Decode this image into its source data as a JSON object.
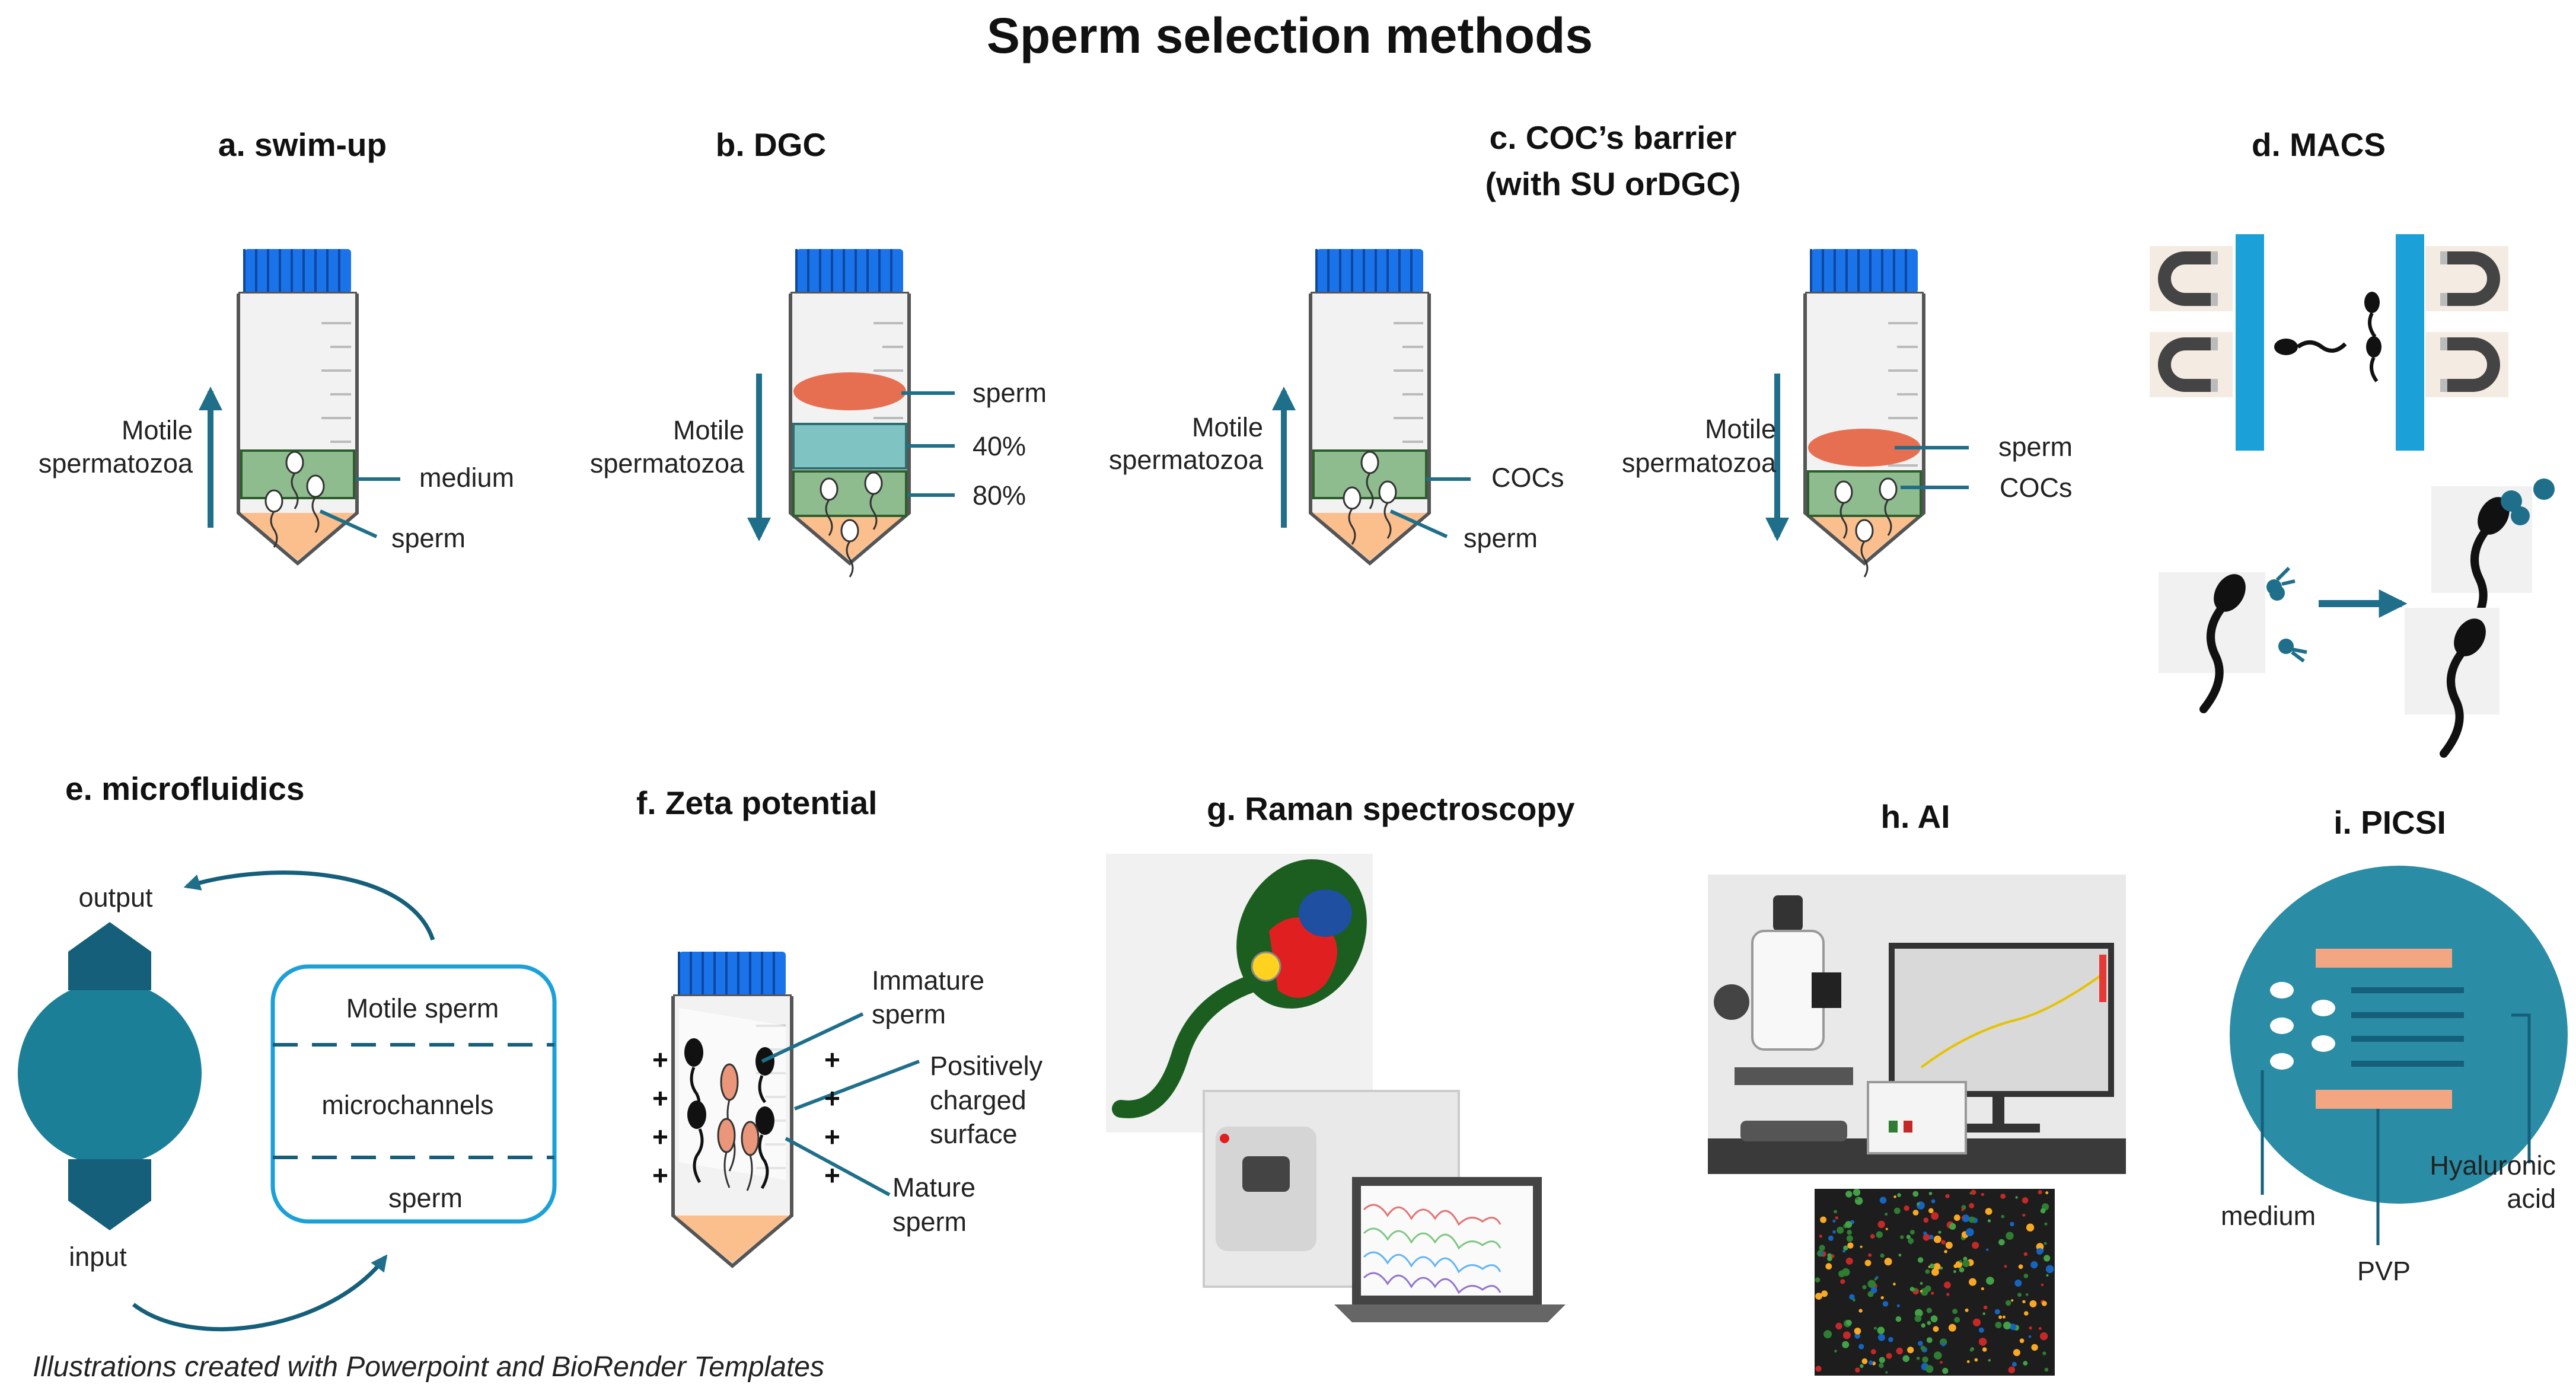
{
  "title": "Sperm selection methods",
  "panels": {
    "a": {
      "title": "a. swim-up",
      "side_label": [
        "Motile",
        "spermatozoa"
      ],
      "medium": "medium",
      "sperm": "sperm"
    },
    "b": {
      "title": "b. DGC",
      "side_label": [
        "Motile",
        "spermatozoa"
      ],
      "sperm": "sperm",
      "layer40": "40%",
      "layer80": "80%"
    },
    "c": {
      "title": [
        "c. COC’s barrier",
        "(with SU orDGC)"
      ],
      "left_side_label": [
        "Motile",
        "spermatozoa"
      ],
      "left_cocs": "COCs",
      "left_sperm": "sperm",
      "right_side_label": [
        "Motile",
        "spermatozoa"
      ],
      "right_sperm": "sperm",
      "right_cocs": "COCs"
    },
    "d": {
      "title": "d. MACS"
    },
    "e": {
      "title": "e. microfluidics",
      "output": "output",
      "input": "input",
      "motile_sperm": "Motile sperm",
      "microchannels": "microchannels",
      "sperm": "sperm"
    },
    "f": {
      "title": "f. Zeta potential",
      "immature": [
        "Immature",
        "sperm"
      ],
      "positively": [
        "Positively",
        "charged",
        "surface"
      ],
      "mature": [
        "Mature",
        "sperm"
      ],
      "plus": "+"
    },
    "g": {
      "title": "g. Raman spectroscopy"
    },
    "h": {
      "title": "h. AI"
    },
    "i": {
      "title": "i. PICSI",
      "medium": "medium",
      "pvp": "PVP",
      "hyaluronic": [
        "Hyaluronic",
        "acid"
      ]
    }
  },
  "footer": "Illustrations created with Powerpoint and BioRender Templates",
  "colors": {
    "teal": "#1f6f8b",
    "cap_blue": "#1a73e8",
    "medium_green": "#8fbc8f",
    "orange": "#f4a261",
    "sperm_orange": "#e76f51",
    "raman_green": "#1b5e20",
    "picsi_dish": "#2a8ca5"
  }
}
